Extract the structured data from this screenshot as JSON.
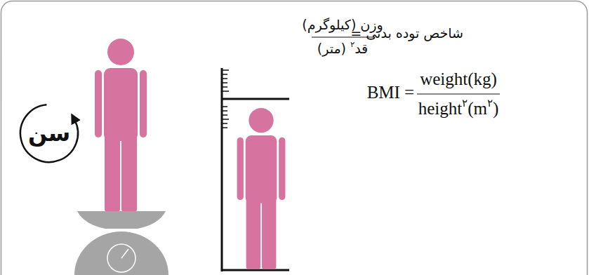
{
  "diagram": {
    "nodes": [
      {
        "text": [
          "سن"
        ]
      }
    ],
    "labels": [
      "شاخص توده بدنی",
      "=",
      "وزن (کیلوگرم)",
      "قد",
      "۲",
      "(متر)",
      "BMI",
      "=",
      "weight(kg)",
      "height",
      "۲",
      "(m",
      "۲",
      ")"
    ]
  }
}
